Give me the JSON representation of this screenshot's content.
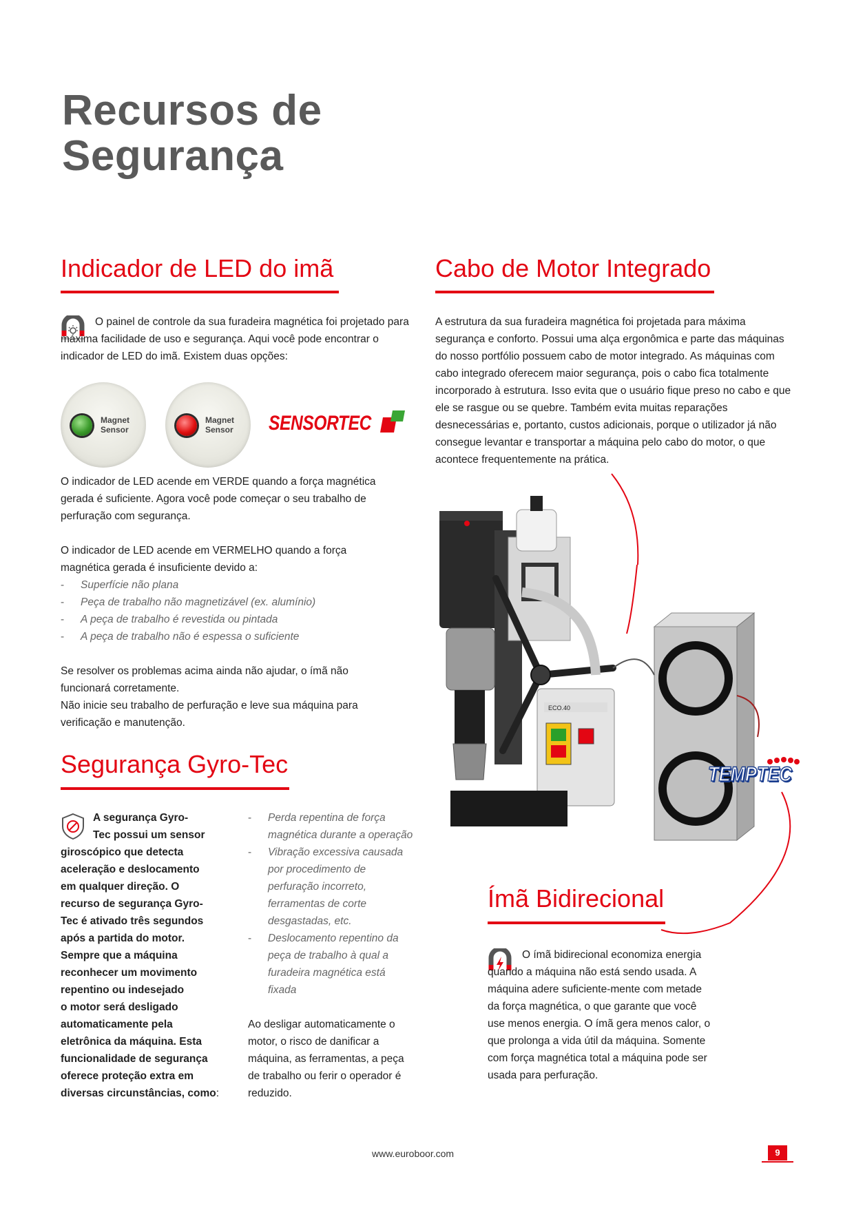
{
  "page": {
    "title_line1": "Recursos de",
    "title_line2": "Segurança",
    "footer_url": "www.euroboor.com",
    "page_number": "9"
  },
  "colors": {
    "accent": "#e30613",
    "title_gray": "#5a5a5a",
    "temptec_blue": "#1a3d8f"
  },
  "led_section": {
    "heading": "Indicador de LED do imã",
    "icon": "magnet-led-icon",
    "intro": "O painel de controle da sua furadeira magnética foi projetado para máxima facilidade de uso e segurança. Aqui você pode encontrar o indicador de LED do imã. Existem duas opções:",
    "led_label_line1": "Magnet",
    "led_label_line2": "Sensor",
    "sensortec_logo": "SENSORTEC",
    "green_text": "O indicador de LED acende em VERDE quando a força magnética gerada é suficiente. Agora você pode começar o seu trabalho de perfuração com segurança.",
    "red_intro": "O indicador de LED acende em VERMELHO quando a força magnética gerada é insuficiente devido a:",
    "reasons": [
      "Superfície não plana",
      "Peça de trabalho não magnetizável (ex. alumínio)",
      "A peça de trabalho é revestida ou pintada",
      "A peça de trabalho não é espessa o suficiente"
    ],
    "closing_1": "Se resolver os problemas acima ainda não ajudar, o ímã não funcionará corretamente.",
    "closing_2": "Não inicie seu trabalho de perfuração e leve sua máquina para verificação e manutenção."
  },
  "cable_section": {
    "heading": "Cabo de Motor Integrado",
    "text": "A estrutura da sua furadeira magnética foi projetada para máxima segurança e conforto. Possui uma alça ergonômica e parte das máquinas do nosso portfólio possuem cabo de motor integrado. As máquinas com cabo integrado oferecem maior segurança, pois o cabo fica totalmente incorporado à estrutura. Isso evita que o usuário fique preso no cabo e que ele se rasgue ou se quebre. Também evita muitas reparações desnecessárias e, portanto, custos adicionais, porque o utilizador já não consegue levantar e transportar a máquina pelo cabo do motor, o que acontece frequentemente na prática."
  },
  "gyro_section": {
    "heading": "Segurança Gyro-Tec",
    "icon": "gyro-shield-icon",
    "bold_lines": [
      "A segurança Gyro-",
      "Tec possui um sensor",
      "giroscópico que detecta",
      "aceleração e deslocamento",
      "em qualquer direção. O",
      "recurso de segurança Gyro-",
      "Tec é ativado três segundos",
      "após a partida do motor.",
      "Sempre que a máquina",
      "reconhecer um movimento",
      "repentino ou indesejado",
      "o motor será desligado",
      "automaticamente pela",
      "eletrônica da máquina. Esta",
      "funcionalidade de segurança",
      "oferece proteção extra em",
      "diversas circunstâncias, como"
    ],
    "bold_suffix": ":",
    "circumstances": [
      "Perda repentina de força magnética durante a operação",
      "Vibração excessiva causada por procedimento de perfuração incorreto, ferramentas de corte desgastadas, etc.",
      "Deslocamento repentino da peça de trabalho à qual a furadeira magnética está fixada"
    ],
    "closing": "Ao desligar automaticamente o motor, o risco de danificar a máquina, as ferramentas, a peça de trabalho ou ferir o operador é reduzido."
  },
  "machine": {
    "model_label": "ECO.40",
    "temptec_logo": "TEMPTEC"
  },
  "magnet_section": {
    "heading": "Ímã Bidirecional",
    "icon": "bidirectional-magnet-icon",
    "text": "O ímã bidirecional economiza energia quando a máquina não está sendo usada. A máquina adere suficiente-mente com metade da força magnética, o que garante que você use menos energia. O ímã gera menos calor, o que prolonga a vida útil da máquina. Somente com força magnética total a máquina pode ser usada para perfuração."
  }
}
